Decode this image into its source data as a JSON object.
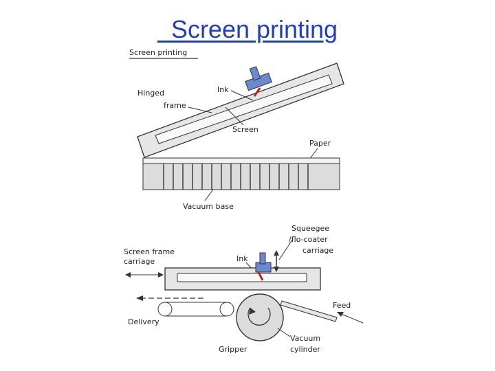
{
  "slide": {
    "title": "  Screen printing"
  },
  "figure": {
    "heading": "Screen printing",
    "labels": {
      "hinged_frame_1": "Hinged",
      "hinged_frame_2": "frame",
      "ink_top": "Ink",
      "screen": "Screen",
      "paper": "Paper",
      "vacuum_base": "Vacuum base",
      "squeegee_1": "Squeegee",
      "squeegee_2": "/flo-coater",
      "squeegee_3": "carriage",
      "screen_frame_carriage_1": "Screen frame",
      "screen_frame_carriage_2": "carriage",
      "ink_bottom": "Ink",
      "feed": "Feed",
      "delivery": "Delivery",
      "gripper": "Gripper",
      "vacuum_cylinder_1": "Vacuum",
      "vacuum_cylinder_2": "cylinder"
    },
    "colors": {
      "ink": "#c02020",
      "squeegee": "#6a8ad0",
      "frame_fill": "#e6e6e6",
      "base_fill": "#dcdcdc",
      "stroke": "#333333",
      "title": "#1f3fbf"
    }
  }
}
